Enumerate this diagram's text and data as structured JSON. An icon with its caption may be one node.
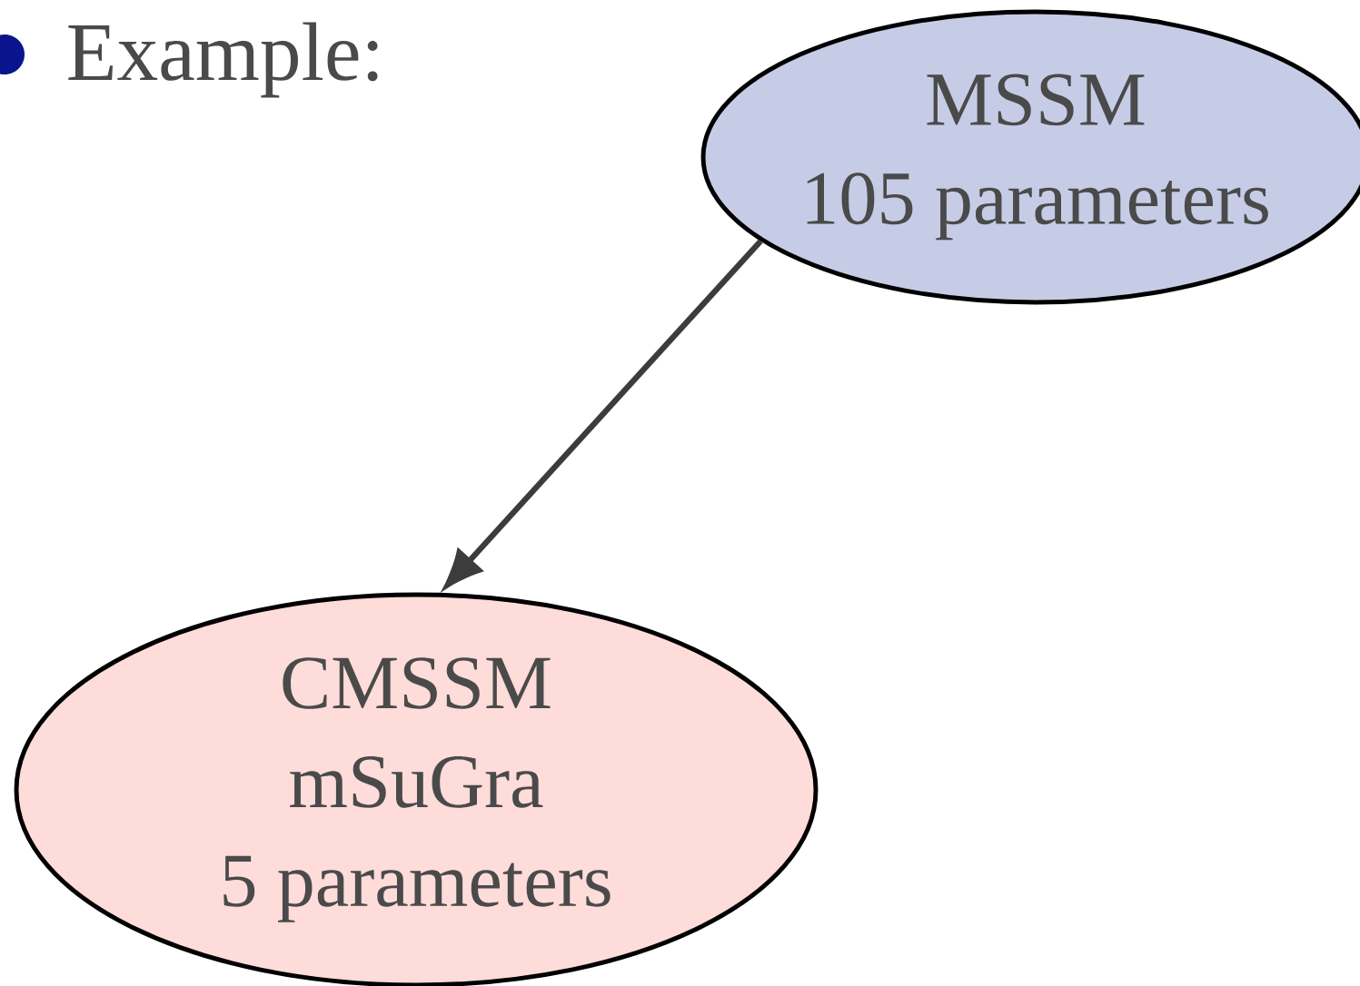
{
  "diagram": {
    "title": "Example:",
    "nodes": [
      {
        "text": [
          "MSSM",
          "105 parameters"
        ]
      },
      {
        "text": [
          "CMSSM",
          "mSuGra",
          "5 parameters"
        ]
      }
    ],
    "edges": [
      {
        "from": 0,
        "to": 1,
        "arrow": "to"
      }
    ]
  }
}
